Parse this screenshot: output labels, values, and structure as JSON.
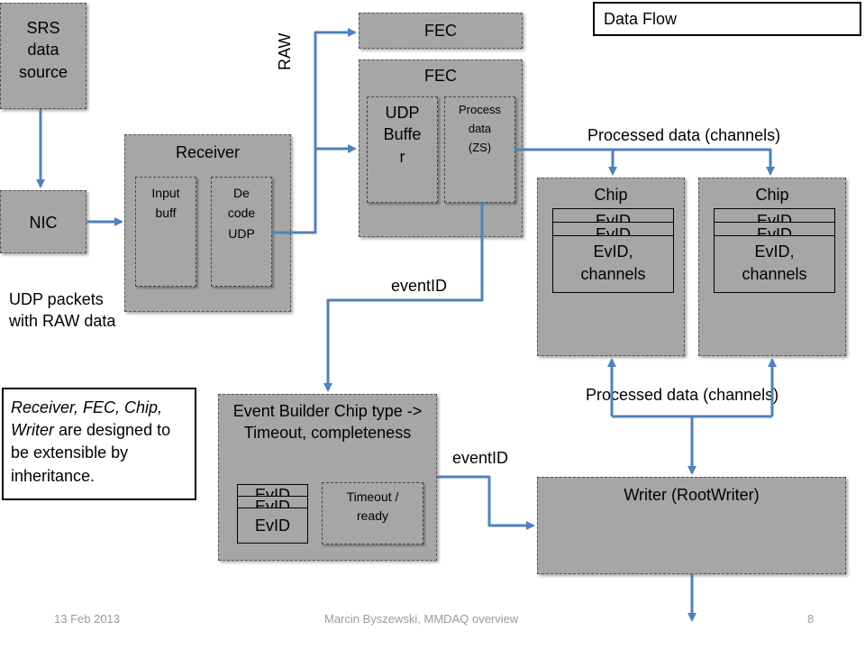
{
  "title": "Data Flow",
  "boxes": {
    "srs": "SRS data source",
    "nic": "NIC",
    "receiver": "Receiver",
    "input_buff": "Input buff",
    "decode_udp": "De code UDP",
    "fec_raw": "FEC",
    "fec": "FEC",
    "udp_buffer": "UDP Buffe r",
    "process_data": "Process data (ZS)",
    "chip_left": "Chip",
    "chip_right": "Chip",
    "event_builder": "Event Builder Chip type -> Timeout, completeness",
    "timeout_ready": "Timeout / ready",
    "writer": "Writer (RootWriter)"
  },
  "stacks": {
    "chip_back_label": "EvID",
    "chip_front_line1": "EvID,",
    "chip_front_line2": "channels",
    "builder_back_label": "EvID",
    "builder_front_label": "EvID"
  },
  "labels": {
    "raw": "RAW",
    "processed_top": "Processed data (channels)",
    "processed_bottom": "Processed data (channels)",
    "event_id_top": "eventID",
    "event_id_bottom": "eventID",
    "udp_packets_line1": "UDP packets",
    "udp_packets_line2": "with RAW data"
  },
  "note": {
    "w1": "Receiver, FEC, Chip,",
    "w1b": "Writer",
    "w2": " are designed to be extensible by inheritance."
  },
  "footer": {
    "date": "13 Feb 2013",
    "author": "Marcin Byszewski, MMDAQ overview",
    "page": "8"
  },
  "colors": {
    "box": "#a6a6a6",
    "arrow": "#4f81bd"
  }
}
